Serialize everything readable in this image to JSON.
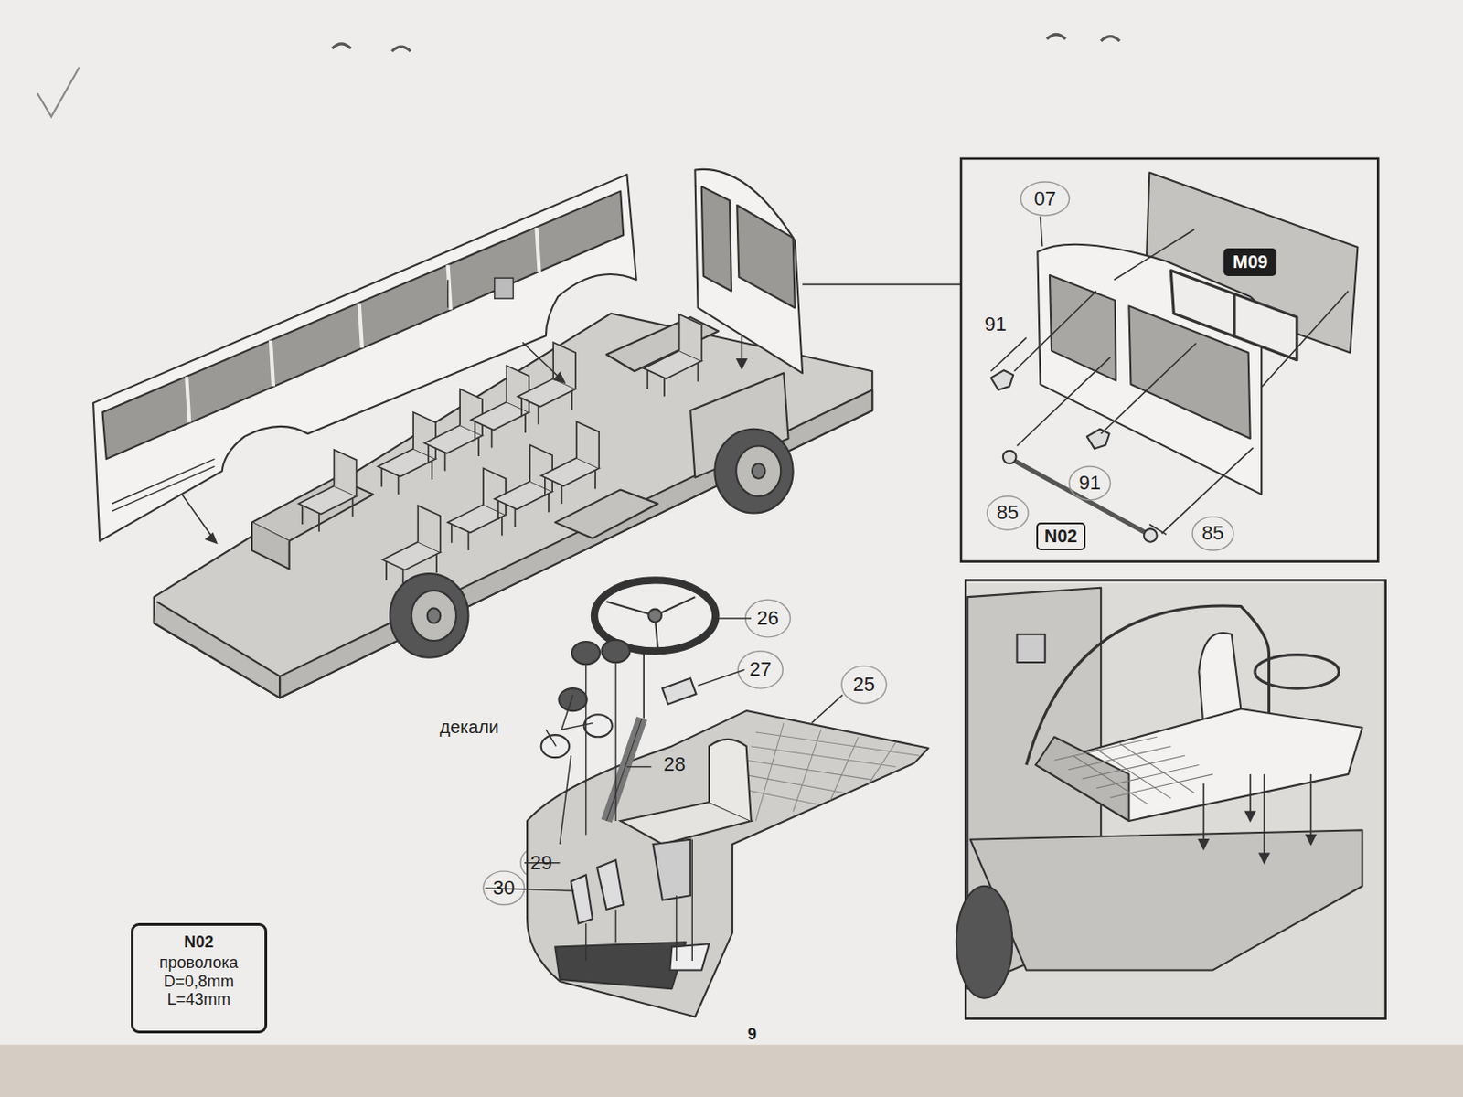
{
  "diagram": {
    "nodes": [
      {
        "text": [
          "M09"
        ]
      },
      {
        "text": [
          "N02"
        ]
      },
      {
        "text": [
          "N02",
          "проволока D=0,8mm L=43mm"
        ]
      }
    ],
    "labels": [
      "07",
      "91",
      "91",
      "85",
      "85",
      "26",
      "27",
      "25",
      "декали",
      "28",
      "29",
      "30",
      "9"
    ]
  }
}
